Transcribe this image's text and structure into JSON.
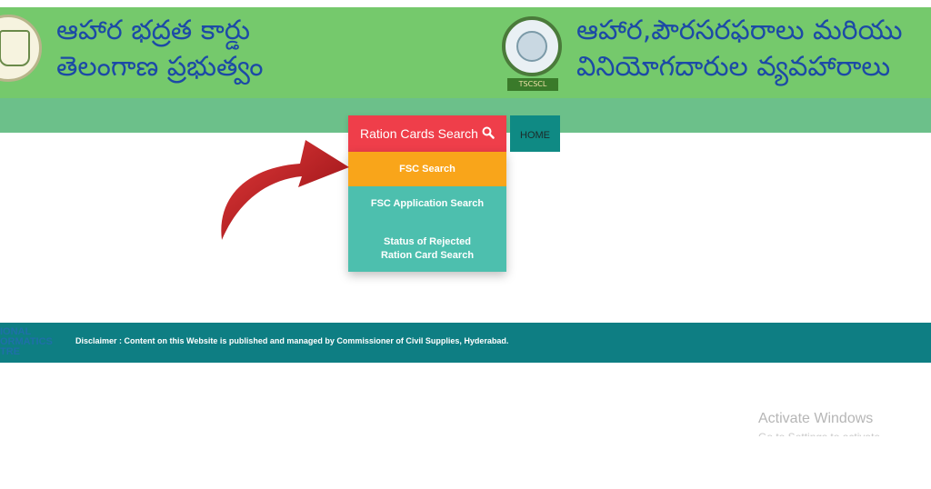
{
  "header": {
    "title_left_line1": "ఆహార భద్రత కార్డు",
    "title_left_line2": "తెలంగాణ ప్రభుత్వం",
    "title_right_line1": "ఆహార,పౌరసరఫరాలు మరియు",
    "title_right_line2": "వినియోగదారుల వ్యవహారాలు",
    "logo_left_icon": "telangana-emblem-icon",
    "logo_right_icon": "civil-supplies-emblem-icon",
    "logo_right_ribbon": "TSCSCL"
  },
  "nav": {
    "ration_cards_search_label": "Ration Cards Search",
    "search_icon": "search-icon",
    "home_label": "HOME"
  },
  "dropdown": {
    "items": [
      {
        "label": "FSC Search"
      },
      {
        "label": "FSC Application Search"
      },
      {
        "label_line1": "Status of Rejected",
        "label_line2": "Ration Card Search"
      }
    ]
  },
  "footer": {
    "nic_text": "IONAL\nORMATICS\nTRE",
    "disclaimer": "Disclaimer : Content on this Website is published and managed by Commissioner of Civil Supplies, Hyderabad."
  },
  "watermark": {
    "title": "Activate Windows",
    "subtitle": "Go to Settings to activate Windows."
  },
  "colors": {
    "header_green": "#75c96c",
    "nav_band": "#6cc08a",
    "ration_red": "#ef3e4a",
    "home_teal": "#0f8a84",
    "active_orange": "#f9a51a",
    "item_teal": "#4dbfae",
    "footer_teal": "#0e7e83",
    "title_blue": "#1c4aa6",
    "arrow_red": "#c0151b"
  }
}
